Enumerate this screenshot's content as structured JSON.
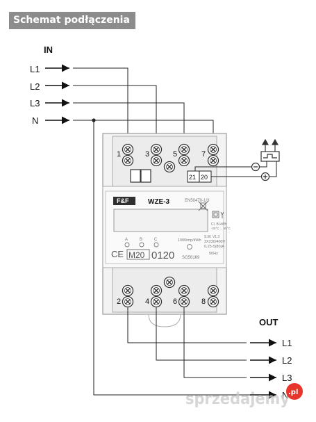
{
  "title": "Schemat podłączenia",
  "in_label": "IN",
  "out_label": "OUT",
  "inputs": [
    "L1",
    "L2",
    "L3",
    "N"
  ],
  "outputs": [
    "L1",
    "L2",
    "L3",
    "N"
  ],
  "top_terminals": [
    "1",
    "3",
    "5",
    "7"
  ],
  "bottom_terminals": [
    "2",
    "4",
    "6",
    "8"
  ],
  "pulse_terminals": [
    "21",
    "20"
  ],
  "device": {
    "brand": "F&F",
    "model": "WZE-3",
    "standard": "EN50470-1/3",
    "phase_labels": [
      "A",
      "B",
      "C"
    ],
    "impulse": "1000imp/kWh",
    "sw": "S.W. V1.3",
    "voltage": "3X230/400V",
    "current": "0,25-5(80)A",
    "frequency": "50Hz",
    "ce": "CE",
    "m_mark": "M20",
    "number": "0120",
    "serial": "SG56169",
    "cl": "Cl. B  kWh",
    "temp": "-25°C ... 55°C"
  },
  "watermark": "sprzedajemy",
  "watermark_badge": ".pl",
  "colors": {
    "title_bg": "#8c8c8c",
    "watermark_badge": "#e8352b",
    "wire": "#222222"
  }
}
